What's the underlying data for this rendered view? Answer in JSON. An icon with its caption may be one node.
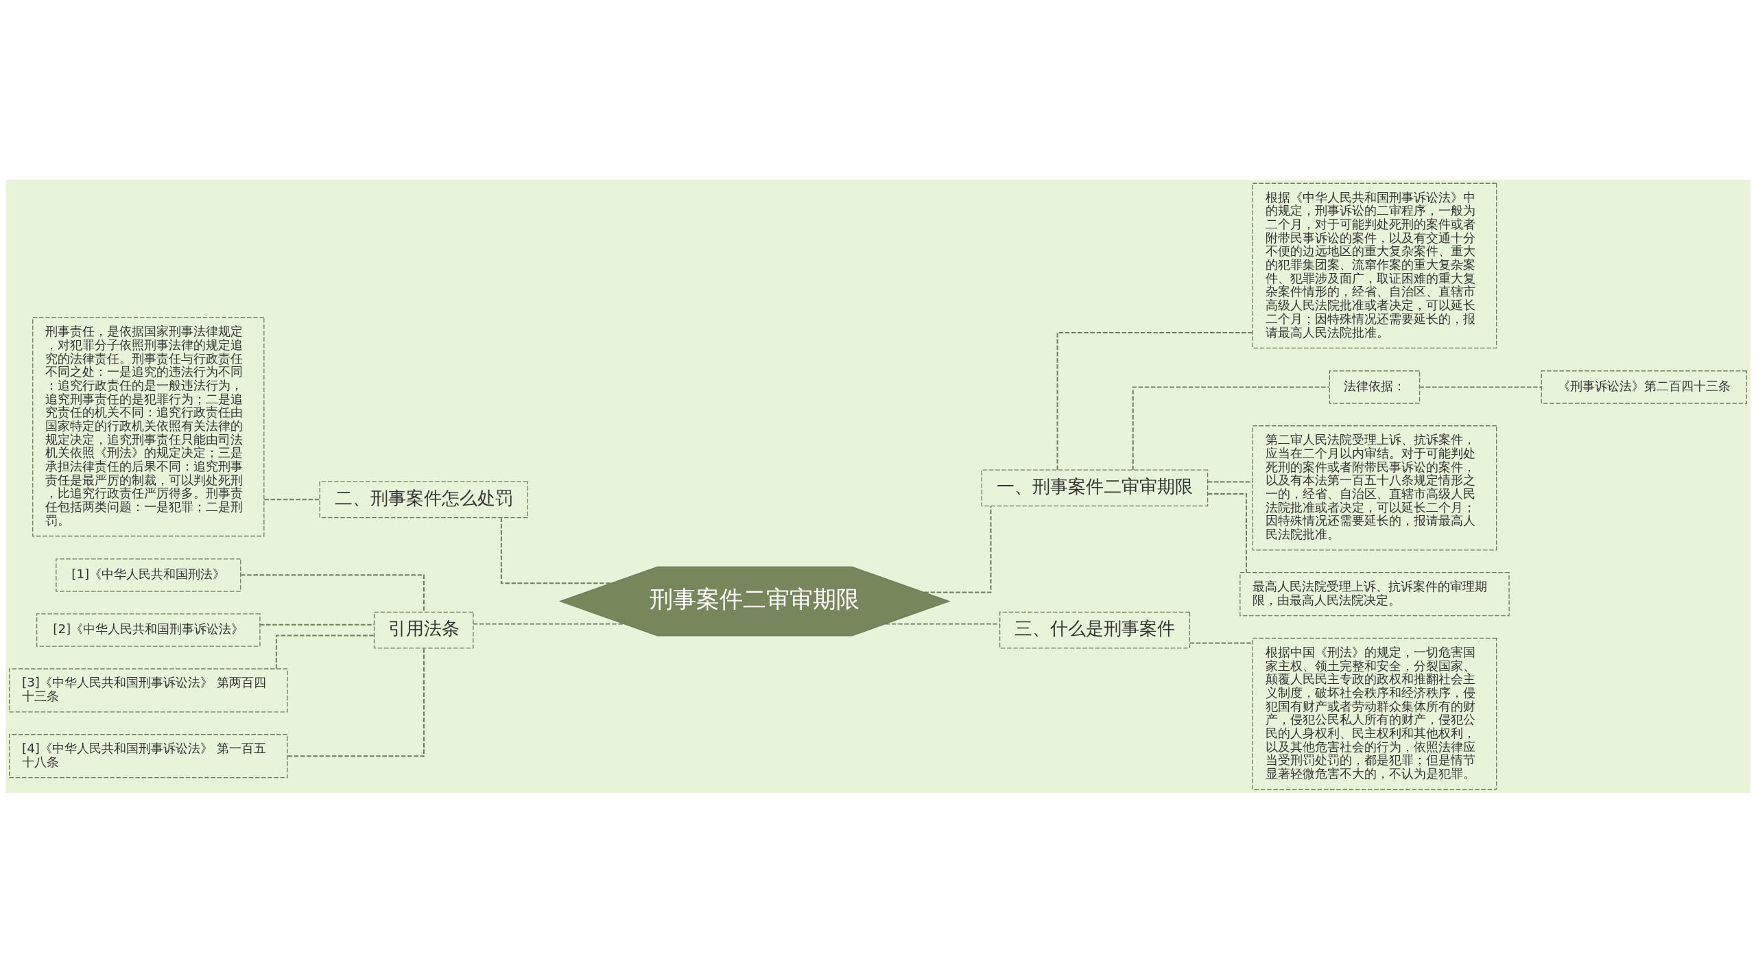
{
  "diagram": {
    "nodes": [
      {
        "text": [
          "刑事案件二审审期限"
        ]
      },
      {
        "text": [
          "一、刑事案件二审审期限"
        ]
      },
      {
        "text": [
          "根据《中华人民共和国刑事诉讼法》中的规定，刑事诉讼的二审程序，一般为二个月，对于可能判处死刑的案件或者附带民事诉讼的案件，以及有交通十分不便的边远地区的重大复杂案件、重大的犯罪集团案、流窜作案的重大复杂案件、犯罪涉及面广，取证困难的重大复杂案件情形的，经省、自治区、直辖市高级人民法院批准或者决定，可以延长二个月；因特殊情况还需要延长的，报请最高人民法院批准。"
        ]
      },
      {
        "text": [
          "法律依据："
        ]
      },
      {
        "text": [
          "《刑事诉讼法》第二百四十三条"
        ]
      },
      {
        "text": [
          "第二审人民法院受理上诉、抗诉案件，应当在二个月以内审结。对于可能判处死刑的案件或者附带民事诉讼的案件，以及有本法第一百五十八条规定情形之一的，经省、自治区、直辖市高级人民法院批准或者决定，可以延长二个月；因特殊情况还需要延长的，报请最高人民法院批准。"
        ]
      },
      {
        "text": [
          "最高人民法院受理上诉、抗诉案件的审理期限，由最高人民法院决定。"
        ]
      },
      {
        "text": [
          "三、什么是刑事案件"
        ]
      },
      {
        "text": [
          "根据中国《刑法》的规定，一切危害国家主权、领土完整和安全，分裂国家、颠覆人民民主专政的政权和推翻社会主义制度，破坏社会秩序和经济秩序，侵犯国有财产或者劳动群众集体所有的财产，侵犯公民私人所有的财产，侵犯公民的人身权利、民主权利和其他权利，以及其他危害社会的行为，依照法律应当受刑罚处罚的，都是犯罪；但是情节显著轻微危害不大的，不认为是犯罪。"
        ]
      },
      {
        "text": [
          "二、刑事案件怎么处罚"
        ]
      },
      {
        "text": [
          "刑事责任，是依据国家刑事法律规定，对犯罪分子依照刑事法律的规定追究的法律责任。刑事责任与行政责任不同之处：一是追究的违法行为不同：追究行政责任的是一般违法行为，追究刑事责任的是犯罪行为；二是追究责任的机关不同：追究行政责任由国家特定的行政机关依照有关法律的规定决定，追究刑事责任只能由司法机关依照《刑法》的规定决定；三是承担法律责任的后果不同：追究刑事责任是最严厉的制裁，可以判处死刑，比追究行政责任严厉得多。刑事责任包括两类问题：一是犯罪；二是刑罚。"
        ]
      },
      {
        "text": [
          "引用法条"
        ]
      },
      {
        "text": [
          "[1]《中华人民共和国刑法》"
        ]
      },
      {
        "text": [
          "[2]《中华人民共和国刑事诉讼法》"
        ]
      },
      {
        "text": [
          "[3]《中华人民共和国刑事诉讼法》 第两百四十三条"
        ]
      },
      {
        "text": [
          "[4]《中华人民共和国刑事诉讼法》 第一百五十八条"
        ]
      }
    ],
    "edges": [
      {
        "from": 0,
        "to": 1,
        "arrow": "none",
        "style": "dashed"
      },
      {
        "from": 1,
        "to": 2,
        "arrow": "none",
        "style": "dashed"
      },
      {
        "from": 1,
        "to": 3,
        "arrow": "none",
        "style": "dashed"
      },
      {
        "from": 3,
        "to": 4,
        "arrow": "none",
        "style": "dashed"
      },
      {
        "from": 1,
        "to": 5,
        "arrow": "none",
        "style": "dashed"
      },
      {
        "from": 1,
        "to": 6,
        "arrow": "none",
        "style": "dashed"
      },
      {
        "from": 0,
        "to": 7,
        "arrow": "none",
        "style": "dashed"
      },
      {
        "from": 7,
        "to": 8,
        "arrow": "none",
        "style": "dashed"
      },
      {
        "from": 0,
        "to": 9,
        "arrow": "none",
        "style": "dashed"
      },
      {
        "from": 9,
        "to": 10,
        "arrow": "none",
        "style": "dashed"
      },
      {
        "from": 0,
        "to": 11,
        "arrow": "none",
        "style": "dashed"
      },
      {
        "from": 11,
        "to": 12,
        "arrow": "none",
        "style": "dashed"
      },
      {
        "from": 11,
        "to": 13,
        "arrow": "none",
        "style": "dashed"
      },
      {
        "from": 11,
        "to": 14,
        "arrow": "none",
        "style": "dashed"
      },
      {
        "from": 11,
        "to": 15,
        "arrow": "none",
        "style": "dashed"
      }
    ]
  }
}
